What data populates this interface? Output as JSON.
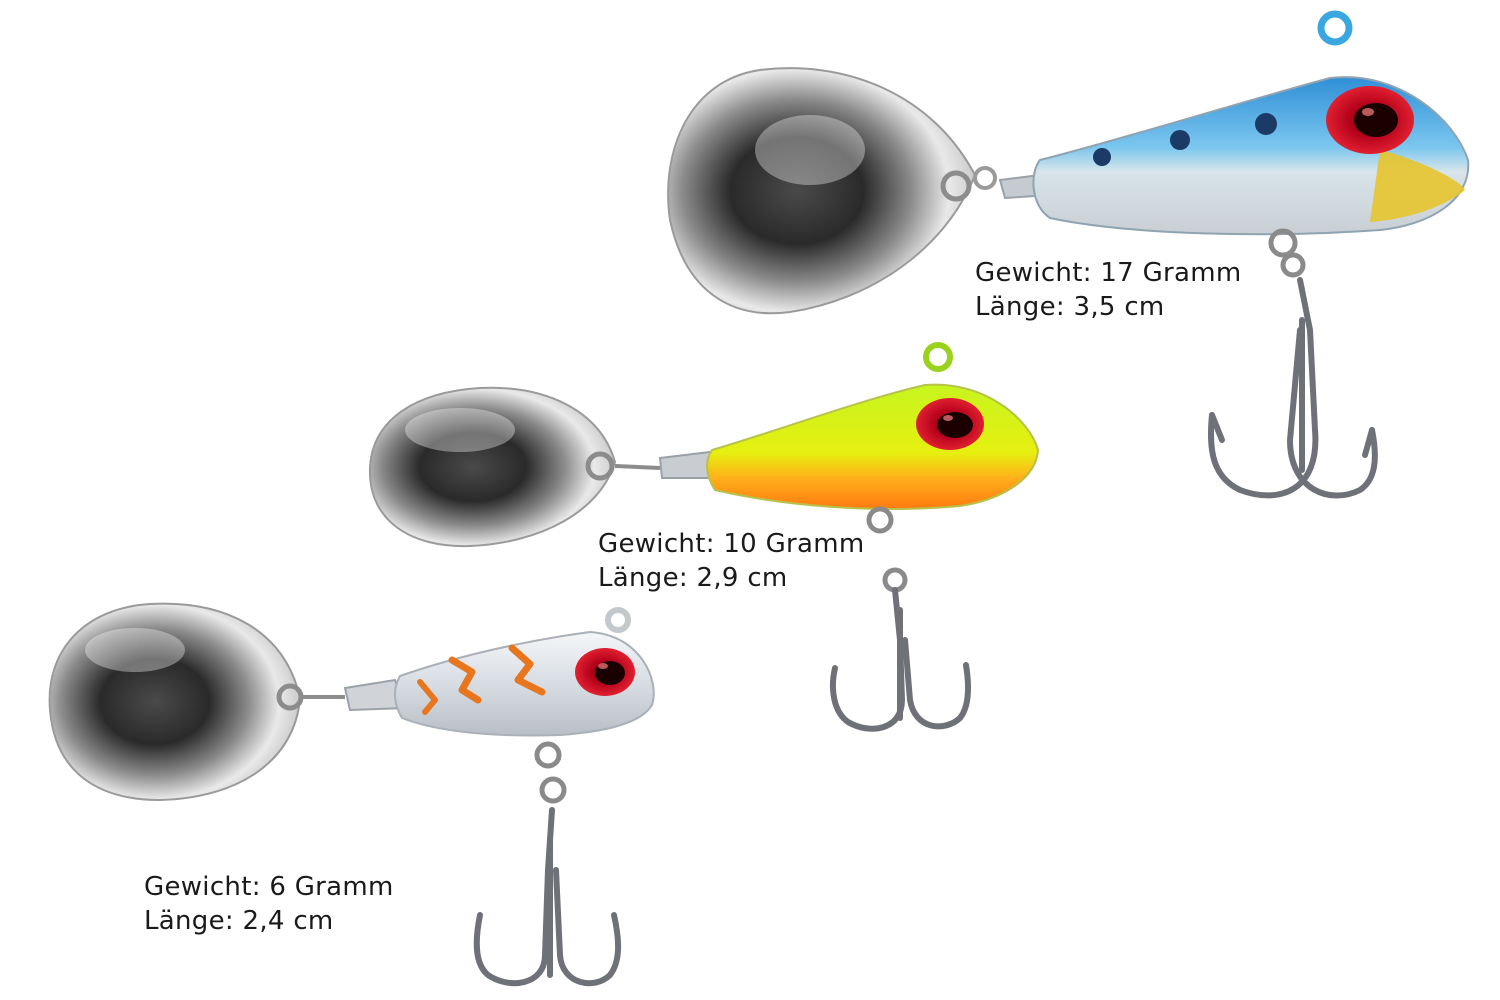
{
  "lures": [
    {
      "id": "large",
      "weight_label": "Gewicht: 17 Gramm",
      "length_label": "Länge: 3,5 cm",
      "body_color": "#3aa7e0",
      "belly_color": "#e8c232"
    },
    {
      "id": "medium",
      "weight_label": "Gewicht: 10 Gramm",
      "length_label": "Länge: 2,9 cm",
      "body_color": "#b6ef1e",
      "belly_color": "#ff8c1a"
    },
    {
      "id": "small",
      "weight_label": "Gewicht: 6 Gramm",
      "length_label": "Länge: 2,4 cm",
      "body_color": "#e4e8ee",
      "belly_color": "#e8761e"
    }
  ]
}
